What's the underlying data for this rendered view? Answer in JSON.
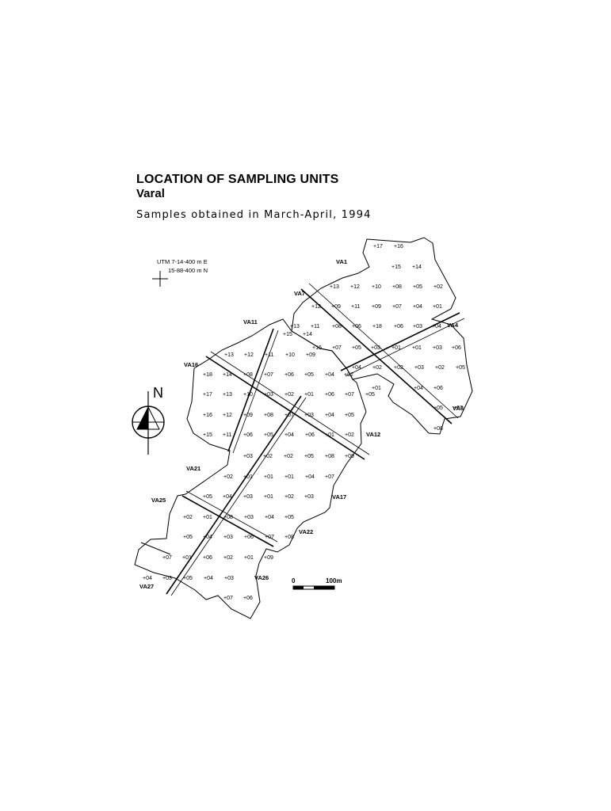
{
  "title": "LOCATION OF SAMPLING UNITS",
  "subtitle": "Varal",
  "samples_note": "Samples obtained in March-April, 1994",
  "utm": {
    "line1": "UTM 7-14-400 m E",
    "line2": "15-88-400 m N"
  },
  "north_label": "N",
  "scale": {
    "start": "0",
    "end": "100m"
  },
  "colors": {
    "ink": "#000000",
    "paper": "#ffffff"
  },
  "plots": [
    {
      "id": "VA1",
      "text": "VA1"
    },
    {
      "id": "VA4",
      "text": "VA4"
    },
    {
      "id": "VA7",
      "text": "VA7"
    },
    {
      "id": "VA8",
      "text": "VA8"
    },
    {
      "id": "VA11",
      "text": "VA11"
    },
    {
      "id": "VA12",
      "text": "VA12"
    },
    {
      "id": "VA16",
      "text": "VA16"
    },
    {
      "id": "VA17",
      "text": "VA17"
    },
    {
      "id": "VA21",
      "text": "VA21"
    },
    {
      "id": "VA22",
      "text": "VA22"
    },
    {
      "id": "VA25",
      "text": "VA25"
    },
    {
      "id": "VA26",
      "text": "VA26"
    },
    {
      "id": "VA27",
      "text": "VA27"
    }
  ],
  "sample_rows": [
    [
      "+17",
      "+16"
    ],
    [
      "+15",
      "+14"
    ],
    [
      "+13",
      "+12",
      "+10",
      "+08",
      "+05",
      "+02"
    ],
    [
      "+12",
      "+09",
      "+11",
      "+09",
      "+07",
      "+04",
      "+01"
    ],
    [
      "+13",
      "+11",
      "+08",
      "+06",
      "+18",
      "+06",
      "+03",
      "+04"
    ],
    [
      "+15",
      "+14"
    ],
    [
      "+16",
      "+07",
      "+05",
      "+03",
      "+01",
      "+01",
      "+03",
      "+06"
    ],
    [
      "+13",
      "+12",
      "+11",
      "+10",
      "+09"
    ],
    [
      "+04",
      "+02",
      "+02",
      "+03",
      "+02",
      "+05"
    ],
    [
      "+18",
      "+14",
      "+08",
      "+07",
      "+06",
      "+05",
      "+04",
      "+02"
    ],
    [
      "+01",
      "+04",
      "+06"
    ],
    [
      "+17",
      "+13",
      "+10",
      "+03",
      "+02",
      "+01",
      "+06",
      "+07",
      "+05"
    ],
    [
      "+16",
      "+12",
      "+09",
      "+08",
      "+07",
      "+03",
      "+04",
      "+05"
    ],
    [
      "+05",
      "+07"
    ],
    [
      "+08"
    ],
    [
      "+15",
      "+11",
      "+06",
      "+05",
      "+04",
      "+06",
      "+01",
      "+02"
    ],
    [
      "+03",
      "+02",
      "+02",
      "+05",
      "+08",
      "+09"
    ],
    [
      "+02",
      "+01",
      "+01",
      "+01",
      "+04",
      "+07"
    ],
    [
      "+05",
      "+04",
      "+03",
      "+01",
      "+02",
      "+03"
    ],
    [
      "+02",
      "+01",
      "+08",
      "+03",
      "+04",
      "+05"
    ],
    [
      "+05",
      "+04",
      "+03",
      "+06",
      "+07",
      "+08"
    ],
    [
      "+07",
      "+01",
      "+06",
      "+02",
      "+01",
      "+09"
    ],
    [
      "+04",
      "+03",
      "+05",
      "+04",
      "+03"
    ],
    [
      "+07",
      "+06"
    ]
  ]
}
